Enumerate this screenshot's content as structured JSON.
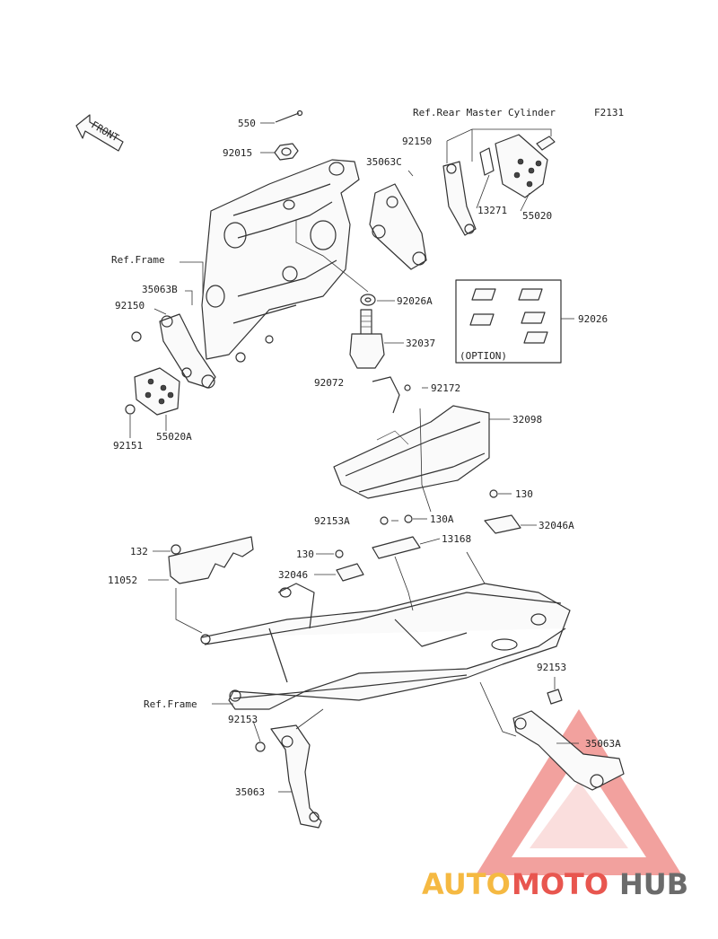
{
  "front_tag": "FRONT",
  "figure_code": "F2131",
  "refs": {
    "rear_master_cylinder": "Ref.Rear Master Cylinder",
    "frame_upper": "Ref.Frame",
    "frame_lower": "Ref.Frame"
  },
  "option_label": "(OPTION)",
  "labels": {
    "p550": "550",
    "p92015": "92015",
    "p92150_top": "92150",
    "p35063C": "35063C",
    "p13271": "13271",
    "p55020": "55020",
    "p35063B": "35063B",
    "p92150_left": "92150",
    "p92026A": "92026A",
    "p32037": "32037",
    "p92026": "92026",
    "p92151": "92151",
    "p55020A": "55020A",
    "p92072": "92072",
    "p92172": "92172",
    "p32098": "32098",
    "p130_right": "130",
    "p92153A": "92153A",
    "p130A": "130A",
    "p32046A": "32046A",
    "p132": "132",
    "p13168": "13168",
    "p130_mid": "130",
    "p11052": "11052",
    "p32046": "32046",
    "p92153_right": "92153",
    "p92153_left": "92153",
    "p35063A": "35063A",
    "p35063": "35063"
  },
  "watermark": {
    "part1": "AUTO",
    "part2": "MOTO",
    "part3": "HUB",
    "color1": "#f5b942",
    "color2": "#e8564f",
    "color3": "#6b6b6b"
  }
}
